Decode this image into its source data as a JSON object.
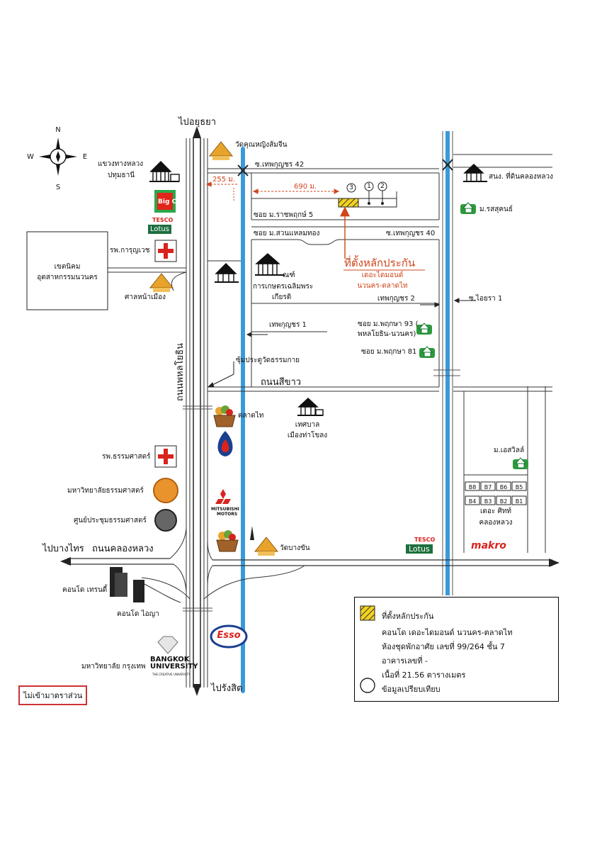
{
  "compass": {
    "n": "N",
    "s": "S",
    "e": "E",
    "w": "W"
  },
  "roads": {
    "to_ayutthaya": "ไปอยุธยา",
    "to_rangsit": "ไปรังสิต",
    "to_bangsai": "ไปบางไทร",
    "khlong_luang_rd": "ถนนคลองหลวง",
    "phahonyothin_rd": "ถนนพหลโยธิน",
    "si_khao_rd": "ถนนสีขาว",
    "soi_thepkunchorn_42": "ซ.เทพกุญชร 42",
    "soi_ratchaphruek_5": "ซอย ม.ราชพฤกษ์ 5",
    "soi_suanlaemthong": "ซอย ม.สวนแหลมทอง",
    "soi_thepkunchorn_40": "ซ.เทพกุญชร 40",
    "thepkunchorn_2": "เทพกุญชร 2",
    "soi_ayara_1": "ซ.ไอยรา 1",
    "thepkunchorn_1": "เทพกุญชร 1",
    "soi_phruksa_93_a": "ซอย ม.พฤกษา 93 (",
    "soi_phruksa_93_b": "พหลโยธิน-นวนคร)",
    "soi_phruksa_81": "ซอย ม.พฤกษา 81",
    "gate_dhammakaya": "ซุ้มประตูวัดธรรมกาย"
  },
  "distances": {
    "d1": "255 ม.",
    "d2": "690 ม."
  },
  "markers": {
    "m1": "1",
    "m2": "2",
    "m3": "3"
  },
  "places": {
    "highway_office_a": "แขวงทางหลวง",
    "highway_office_b": "ปทุมธานี",
    "karunyawet": "รพ.การุญเวช",
    "navanakorn_a": "เขตนิคม",
    "navanakorn_b": "อุตสาหกรรมนวนคร",
    "city_pillar": "ศาลหน้าเมือง",
    "wat_khun_ying": "วัดคุณหญิงส้มจีน",
    "market_a": "ณฑ์",
    "market_b": "การเกษตรเฉลิมพระ",
    "market_c": "เกียรติ",
    "talad_thai": "ตลาดไท",
    "tha_khlong_a": "เทศบาล",
    "tha_khlong_b": "เมืองท่าโขลง",
    "thammasat_hosp": "รพ.ธรรมศาสตร์",
    "thammasat_univ": "มหาวิทยาลัยธรรมศาสตร์",
    "thammasat_conv": "ศูนย์ประชุมธรรมศาสตร์",
    "condo_trendy": "คอนโด เทรนดี้",
    "condo_aiya": "คอนโด ไอญา",
    "bangkok_univ": "มหาวิทยาลัย กรุงเทพ",
    "wat_bang_khan": "วัดบางขัน",
    "land_office": "สนง. ที่ดินคลองหลวง",
    "rossuk": "ม.รสสุคนธ์",
    "esville": "ม.เอสวิลล์",
    "the_city_a": "เดอะ ศิทท์",
    "the_city_b": "คลองหลวง"
  },
  "brands": {
    "big_c": "Big C",
    "tesco": "TESCO",
    "lotus": "Lotus",
    "mitsubishi_a": "MITSUBISHI",
    "mitsubishi_b": "MOTORS",
    "esso": "Esso",
    "bu_a": "BANGKOK",
    "bu_b": "UNIVERSITY",
    "bu_c": "THE CREATIVE UNIVERSITY",
    "makro": "makro"
  },
  "location": {
    "title": "ที่ตั้งหลักประกัน",
    "line1": "เดอะไดมอนด์",
    "line2": "นวนคร-ตลาดไท"
  },
  "blocks": [
    "B8",
    "B7",
    "B6",
    "B5",
    "B4",
    "B3",
    "B2",
    "B1"
  ],
  "legend": {
    "l1": "ที่ตั้งหลักประกัน",
    "l2": "คอนโด เดอะไดมอนด์ นวนคร-ตลาดไท",
    "l3": "ห้องชุดพักอาศัย เลขที่ 99/264 ชั้น 7",
    "l4": "อาคารเลขที่ -",
    "l5": "เนื้อที่ 21.56 ตารางเมตร",
    "l6": "ข้อมูลเปรียบเทียบ"
  },
  "scale_note": "ไม่เข้ามาตราส่วน",
  "colors": {
    "canal": "#3a9ad9",
    "highlight": "#d0451b",
    "legend_hatch": "#f4d21f",
    "tesco_green": "#1e6f3e",
    "esso_red": "#d9231d",
    "esso_blue": "#1b3f8f"
  }
}
